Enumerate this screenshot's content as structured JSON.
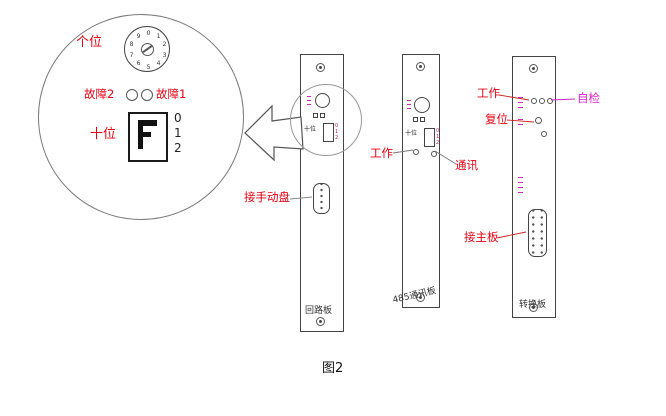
{
  "caption": "图2",
  "colors": {
    "label_red": "#e60012",
    "label_magenta": "#dd22cc",
    "outline": "#444444"
  },
  "magnifier": {
    "ones_label": "个位",
    "tens_label": "十位",
    "fault2_label": "故障2",
    "fault1_label": "故障1",
    "rotary_digits": [
      "0",
      "1",
      "2",
      "3",
      "4",
      "5",
      "6",
      "7",
      "8",
      "9"
    ],
    "dip_digits": [
      "0",
      "1",
      "2"
    ]
  },
  "loop_board": {
    "name": "回路板",
    "tens_label": "十位",
    "dip_digits": [
      "0",
      "1",
      "2"
    ],
    "handwheel_label": "接手动盘"
  },
  "comm_board": {
    "name": "485通讯板",
    "tens_label": "十位",
    "dip_digits": [
      "0",
      "1",
      "2"
    ],
    "work_label": "工作",
    "comm_label": "通讯"
  },
  "converter_board": {
    "name": "转换板",
    "work_label": "工作",
    "selfcheck_label": "自检",
    "reset_label": "复位",
    "mainboard_label": "接主板"
  }
}
